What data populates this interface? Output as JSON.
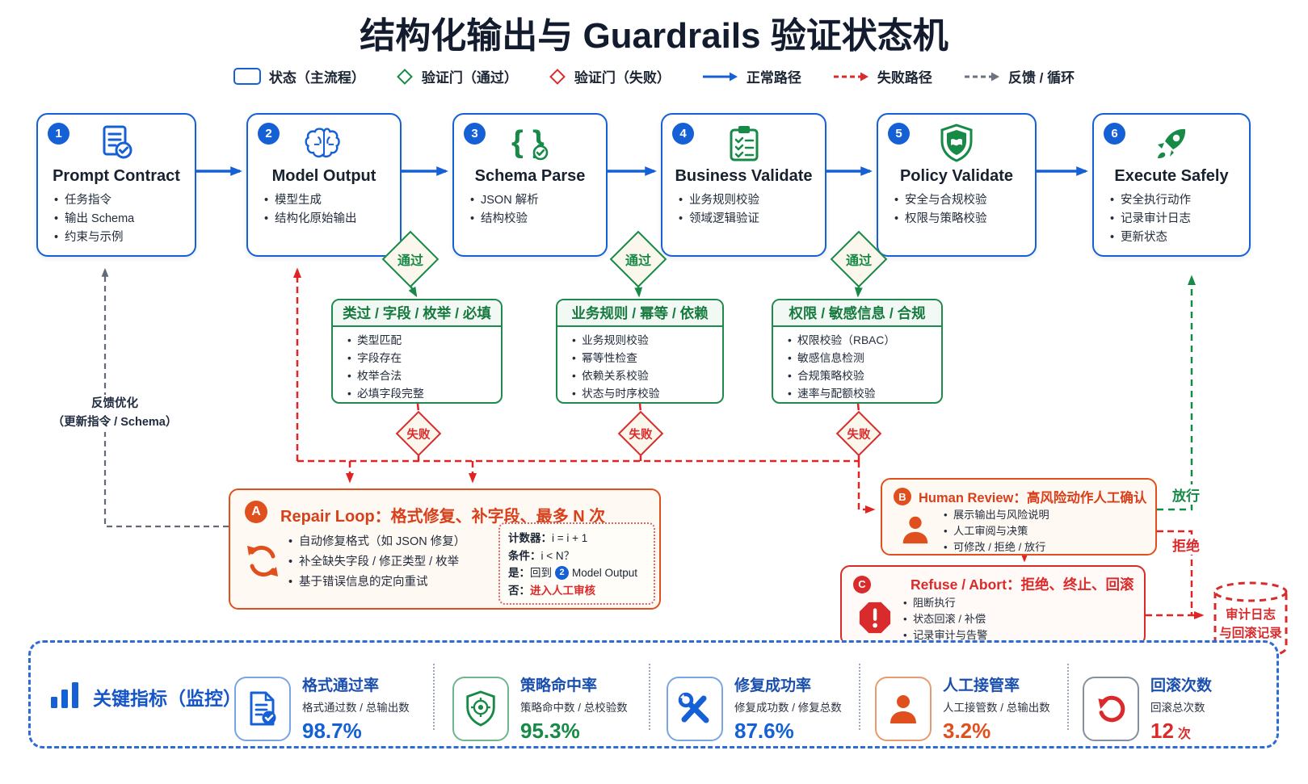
{
  "title": "结构化输出与 Guardrails 验证状态机",
  "legend": {
    "state": "状态（主流程）",
    "gate_pass": "验证门（通过）",
    "gate_fail": "验证门（失败）",
    "normal_path": "正常路径",
    "fail_path": "失败路径",
    "feedback_loop": "反馈 / 循环"
  },
  "flow": {
    "boxes": [
      {
        "num": "1",
        "icon": "document-check-icon",
        "title": "Prompt Contract",
        "bullets": [
          "任务指令",
          "输出 Schema",
          "约束与示例"
        ]
      },
      {
        "num": "2",
        "icon": "brain-icon",
        "title": "Model Output",
        "bullets": [
          "模型生成",
          "结构化原始输出"
        ]
      },
      {
        "num": "3",
        "icon": "json-check-icon",
        "title": "Schema Parse",
        "bullets": [
          "JSON 解析",
          "结构校验"
        ]
      },
      {
        "num": "4",
        "icon": "clipboard-checklist-icon",
        "title": "Business Validate",
        "bullets": [
          "业务规则校验",
          "领域逻辑验证"
        ]
      },
      {
        "num": "5",
        "icon": "shield-icon",
        "title": "Policy Validate",
        "bullets": [
          "安全与合规校验",
          "权限与策略校验"
        ]
      },
      {
        "num": "6",
        "icon": "rocket-icon",
        "title": "Execute Safely",
        "bullets": [
          "安全执行动作",
          "记录审计日志",
          "更新状态"
        ]
      }
    ]
  },
  "gates": {
    "pass_label": "通过",
    "fail_label": "失败",
    "boxes": [
      {
        "header": "类过 / 字段 / 枚举 / 必填",
        "bullets": [
          "类型匹配",
          "字段存在",
          "枚举合法",
          "必填字段完整"
        ]
      },
      {
        "header": "业务规则 / 幂等 / 依赖",
        "bullets": [
          "业务规则校验",
          "幂等性检查",
          "依赖关系校验",
          "状态与时序校验"
        ]
      },
      {
        "header": "权限 / 敏感信息 / 合规",
        "bullets": [
          "权限校验（RBAC）",
          "敏感信息检测",
          "合规策略校验",
          "速率与配额校验"
        ]
      }
    ]
  },
  "repair_loop": {
    "badge": "A",
    "title": "Repair Loop：格式修复、补字段、最多 N 次",
    "bullets": [
      "自动修复格式（如 JSON 修复）",
      "补全缺失字段 / 修正类型 / 枚举",
      "基于错误信息的定向重试"
    ],
    "counter": {
      "line1_label": "计数器：",
      "line1_value": "i = i + 1",
      "line2_label": "条件：",
      "line2_value": "i < N？",
      "yes_label": "是：",
      "yes_text": "回到",
      "yes_badge": "2",
      "yes_target": "Model Output",
      "no_label": "否：",
      "no_text": "进入人工审核"
    }
  },
  "human_review": {
    "badge": "B",
    "title": "Human Review：高风险动作人工确认",
    "bullets": [
      "展示输出与风险说明",
      "人工审阅与决策",
      "可修改 / 拒绝 / 放行"
    ]
  },
  "refuse_abort": {
    "badge": "C",
    "title": "Refuse / Abort：拒绝、终止、回滚",
    "bullets": [
      "阻断执行",
      "状态回滚 / 补偿",
      "记录审计与告警"
    ]
  },
  "labels": {
    "feedback_line1": "反馈优化",
    "feedback_line2": "（更新指令 / Schema）",
    "release": "放行",
    "reject": "拒绝",
    "audit_line1": "审计日志",
    "audit_line2": "与回滚记录"
  },
  "metrics": {
    "title": "关键指标（监控）",
    "items": [
      {
        "icon": "document-check-icon",
        "name": "格式通过率",
        "formula": "格式通过数 / 总输出数",
        "value": "98.7%",
        "unit": "",
        "color": "#1560d4"
      },
      {
        "icon": "shield-target-icon",
        "name": "策略命中率",
        "formula": "策略命中数 / 总校验数",
        "value": "95.3%",
        "unit": "",
        "color": "#168a46"
      },
      {
        "icon": "tools-icon",
        "name": "修复成功率",
        "formula": "修复成功数 / 修复总数",
        "value": "87.6%",
        "unit": "",
        "color": "#1560d4"
      },
      {
        "icon": "person-icon",
        "name": "人工接管率",
        "formula": "人工接管数 / 总输出数",
        "value": "3.2%",
        "unit": "",
        "color": "#e0501e"
      },
      {
        "icon": "rollback-icon",
        "name": "回滚次数",
        "formula": "回滚总次数",
        "value": "12",
        "unit": "次",
        "color": "#d92b2b"
      }
    ]
  },
  "colors": {
    "blue": "#1560d4",
    "green": "#168a46",
    "red": "#d92b2b",
    "orange": "#e0501e",
    "navy": "#131c2e"
  }
}
